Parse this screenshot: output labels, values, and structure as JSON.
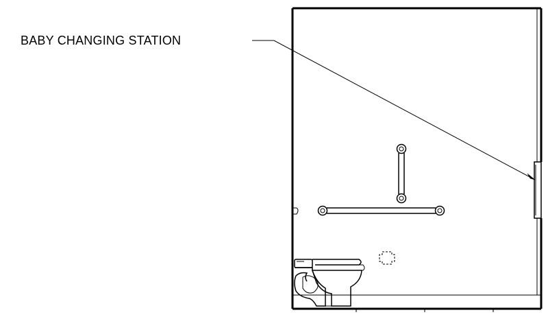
{
  "callout": {
    "label": "BABY CHANGING STATION"
  },
  "drawing": {
    "view": "restroom interior elevation",
    "line_color": "#000000",
    "background_color": "#ffffff",
    "components": [
      "walls",
      "floor",
      "grab-bar-vertical",
      "grab-bar-horizontal",
      "toilet",
      "toilet-paper-dispenser",
      "baby-changing-station",
      "leader-line"
    ]
  }
}
